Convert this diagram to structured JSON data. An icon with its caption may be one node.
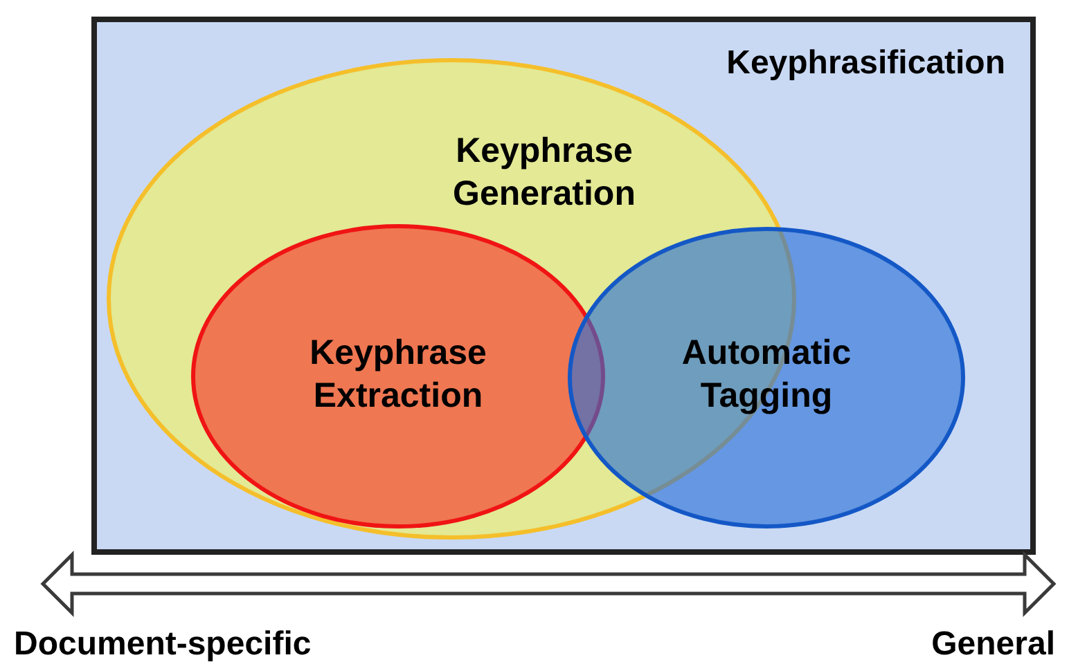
{
  "diagram": {
    "nodes": [
      {
        "text": [
          "Keyphrasification"
        ]
      },
      {
        "text": [
          "Keyphrase Generation"
        ],
        "in": 0
      },
      {
        "text": [
          "Keyphrase Extraction"
        ],
        "in": 1
      },
      {
        "text": [
          "Automatic Tagging"
        ],
        "in": 0
      }
    ],
    "labels": [
      "Document-specific",
      "General"
    ]
  }
}
